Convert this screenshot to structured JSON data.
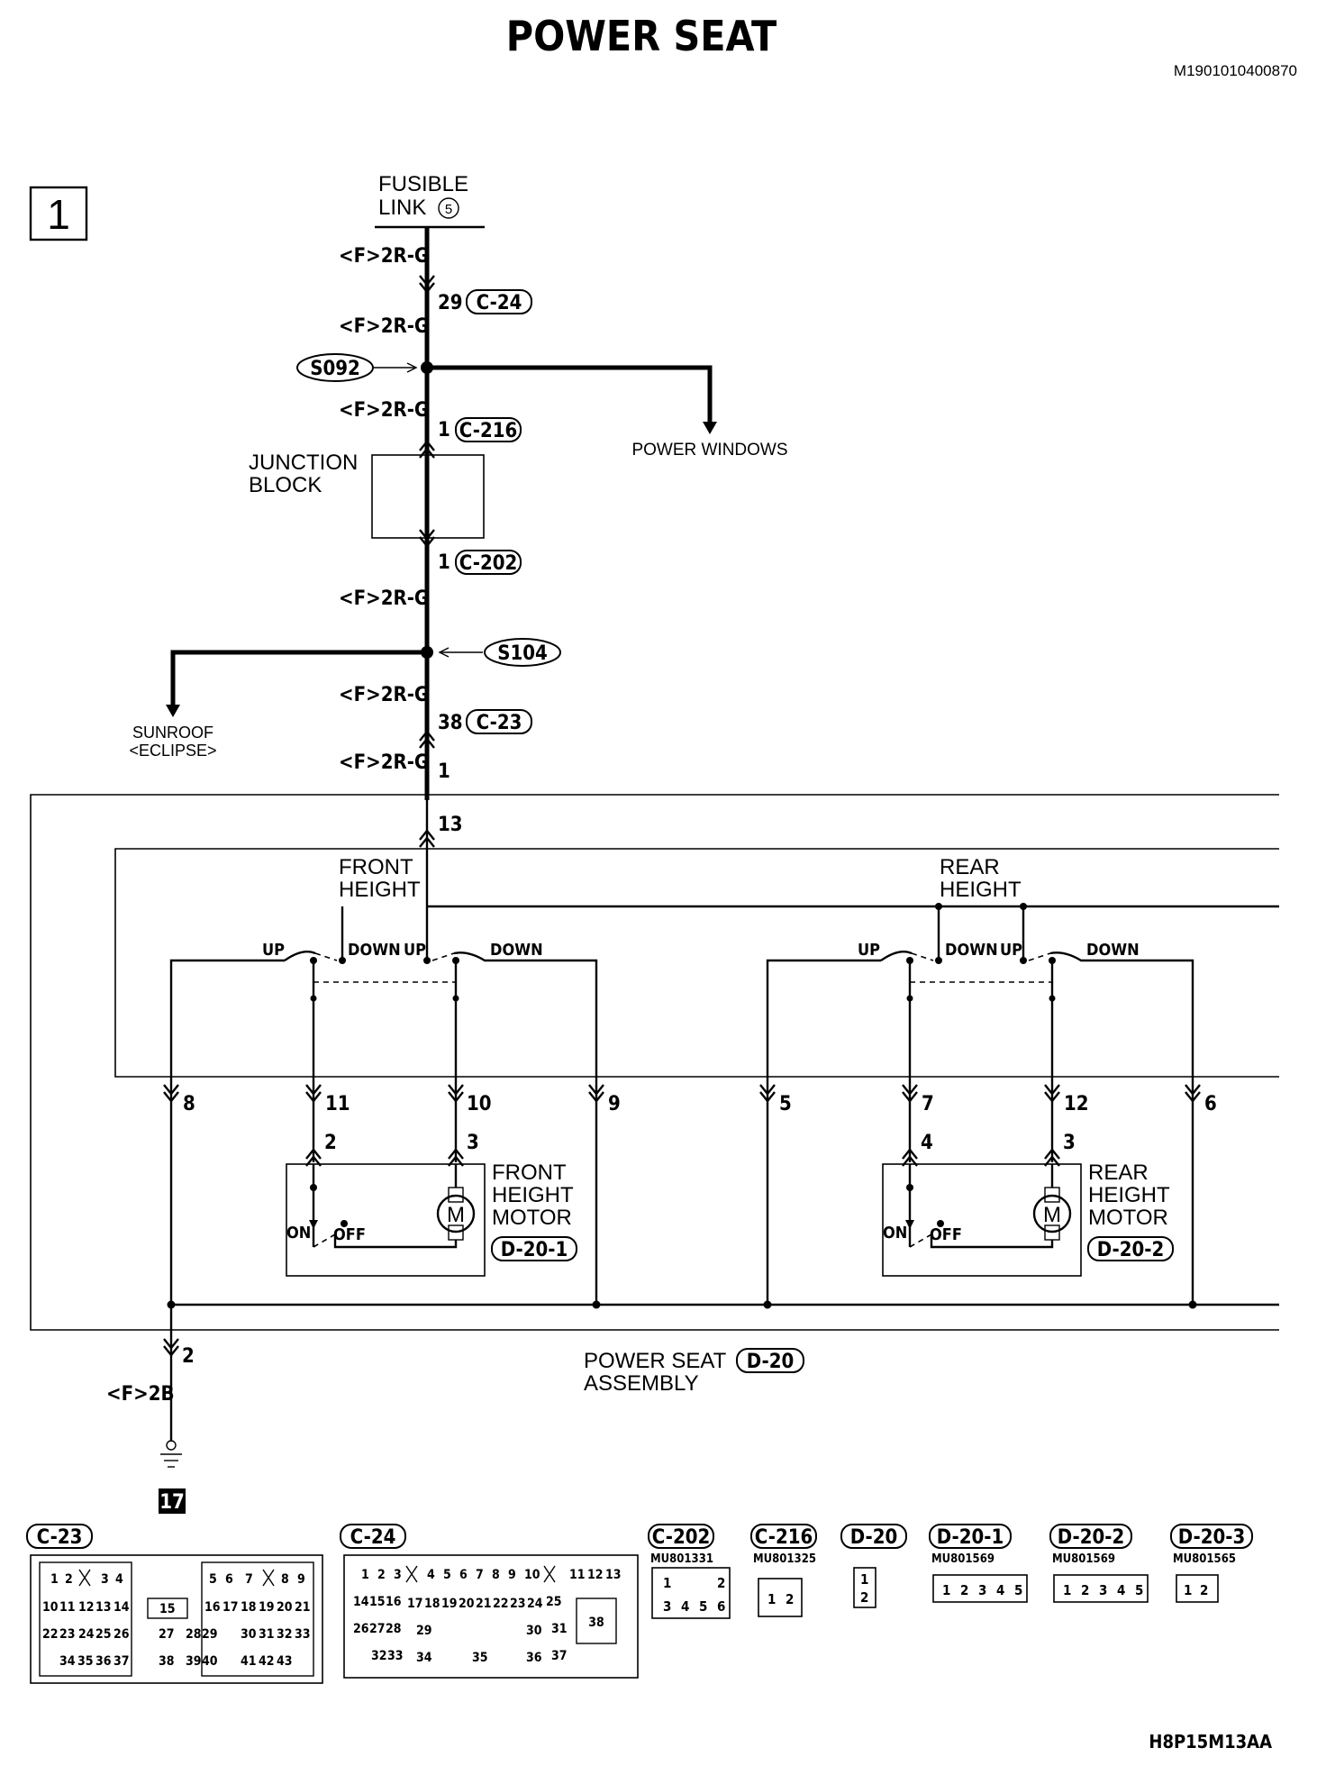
{
  "title": "POWER SEAT",
  "doc_code": "M1901010400870",
  "figure_code": "H8P15M13AA",
  "sheet_number": "1",
  "fusible_link": {
    "line1": "FUSIBLE",
    "line2": "LINK",
    "number": "5"
  },
  "wire_labels": {
    "w1": "<F>2R-G",
    "w2": "<F>2R-G",
    "w3": "<F>2R-G",
    "w4": "<F>2R-G",
    "w5": "<F>2R-G",
    "w6": "<F>2R-G",
    "ground_wire": "<F>2B"
  },
  "splices": {
    "s1": "S092",
    "s2": "S104"
  },
  "connectors": {
    "c24": "C-24",
    "c216": "C-216",
    "c202": "C-202",
    "c23": "C-23",
    "d20": "D-20",
    "d201": "D-20-1",
    "d202": "D-20-2",
    "d203": "D-20-3"
  },
  "pins": {
    "c24_pin": "29",
    "c216_pin": "1",
    "c202_pin": "1",
    "c23_pin": "38",
    "seat_in": "1",
    "pin13": "13",
    "p8": "8",
    "p11": "11",
    "p10": "10",
    "p9": "9",
    "p5": "5",
    "p7": "7",
    "p12": "12",
    "p6": "6",
    "fm2": "2",
    "fm3": "3",
    "rm4": "4",
    "rm3": "3",
    "gnd2": "2"
  },
  "branches": {
    "power_windows": "POWER WINDOWS",
    "sunroof1": "SUNROOF",
    "sunroof2": "<ECLIPSE>"
  },
  "junction_block": {
    "line1": "JUNCTION",
    "line2": "BLOCK"
  },
  "switches": {
    "front": {
      "line1": "FRONT",
      "line2": "HEIGHT"
    },
    "rear": {
      "line1": "REAR",
      "line2": "HEIGHT"
    },
    "up": "UP",
    "down": "DOWN"
  },
  "motors": {
    "front": {
      "line1": "FRONT",
      "line2": "HEIGHT",
      "line3": "MOTOR"
    },
    "rear": {
      "line1": "REAR",
      "line2": "HEIGHT",
      "line3": "MOTOR"
    },
    "on": "ON",
    "off": "OFF",
    "symbol": "M"
  },
  "assembly": {
    "line1": "POWER SEAT",
    "line2": "ASSEMBLY"
  },
  "ground_number": "17",
  "part_numbers": {
    "c202": "MU801331",
    "c216": "MU801325",
    "d201": "MU801569",
    "d202": "MU801569",
    "d203": "MU801565"
  },
  "connector_faces": {
    "c23": {
      "row1": [
        "1",
        "2",
        "",
        "3",
        "4",
        "",
        "5",
        "6",
        "7",
        "",
        "8",
        "9"
      ],
      "row2": [
        "10",
        "11",
        "12",
        "13",
        "14",
        "15",
        "16",
        "17",
        "18",
        "19",
        "20",
        "21"
      ],
      "row3": [
        "22",
        "23",
        "24",
        "25",
        "26",
        "27",
        "28",
        "29",
        "30",
        "31",
        "32",
        "33"
      ],
      "row4": [
        "34",
        "35",
        "36",
        "37",
        "38",
        "39",
        "40",
        "41",
        "42",
        "43"
      ]
    },
    "c24": {
      "row1": [
        "1",
        "2",
        "3",
        "",
        "4",
        "5",
        "6",
        "7",
        "8",
        "9",
        "10",
        "",
        "11",
        "12",
        "13"
      ],
      "row2": [
        "14",
        "15",
        "16",
        "17",
        "18",
        "19",
        "20",
        "21",
        "22",
        "23",
        "24",
        "25"
      ],
      "row3": [
        "26",
        "27",
        "28",
        "29",
        "30",
        "31"
      ],
      "row4": [
        "32",
        "33",
        "34",
        "35",
        "36",
        "37"
      ],
      "big": "38"
    },
    "c202": [
      "1",
      "2",
      "3",
      "4",
      "5",
      "6"
    ],
    "c216": [
      "1",
      "2"
    ],
    "d20": [
      "1",
      "2"
    ],
    "d201": [
      "1",
      "2",
      "3",
      "4",
      "5"
    ],
    "d202": [
      "1",
      "2",
      "3",
      "4",
      "5"
    ],
    "d203": [
      "1",
      "2"
    ]
  }
}
